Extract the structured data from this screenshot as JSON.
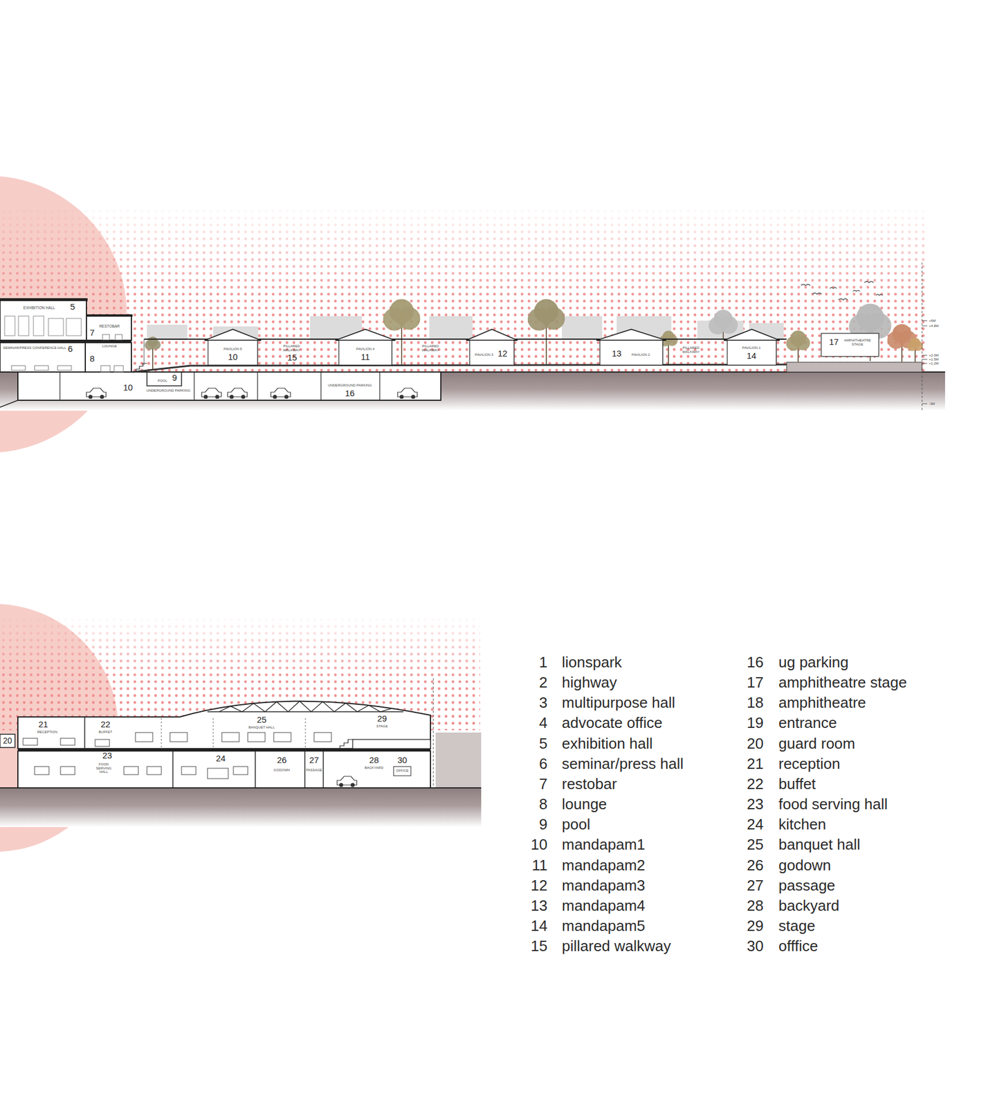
{
  "diagram": {
    "labels": [
      "EXHIBITION HALL",
      "5",
      "RESTOBAR",
      "7",
      "SEMINAR/PRESS CONFERENCE HALL",
      "6",
      "LOUNGE",
      "8",
      "POOL",
      "9",
      "10",
      "UNDERGROUND PARKING",
      "PAVILION 5",
      "10",
      "PILLARED WALKWAY",
      "15",
      "PAVILION 4",
      "11",
      "PILLARED WALKWAY",
      "PAVILION 3",
      "12",
      "13",
      "PAVILION 2",
      "PILLARED WALKWAY",
      "PAVILION 1",
      "14",
      "17",
      "AMPHITHEATRE STAGE",
      "UNDERGROUND PARKING",
      "16",
      "+6M",
      "+4.8M",
      "+2.0M",
      "+1.5M",
      "+1.2M",
      "-3M",
      "20",
      "21",
      "RECEPTION",
      "22",
      "BUFFET",
      "25",
      "BANQUET HALL",
      "29",
      "STAGE",
      "23",
      "FOOD SERVING HALL",
      "24",
      "26",
      "GODOWN",
      "27",
      "PASSAGE",
      "28",
      "BACKYARD",
      "30",
      "OFFICE",
      "1",
      "lionspark",
      "2",
      "highway",
      "3",
      "multipurpose hall",
      "4",
      "advocate office",
      "5",
      "exhibition hall",
      "6",
      "seminar/press hall",
      "7",
      "restobar",
      "8",
      "lounge",
      "9",
      "pool",
      "10",
      "mandapam1",
      "11",
      "mandapam2",
      "12",
      "mandapam3",
      "13",
      "mandapam4",
      "14",
      "mandapam5",
      "15",
      "pillared walkway",
      "16",
      "ug parking",
      "17",
      "amphitheatre stage",
      "18",
      "amphitheatre",
      "19",
      "entrance",
      "20",
      "guard room",
      "21",
      "reception",
      "22",
      "buffet",
      "23",
      "food serving hall",
      "24",
      "kitchen",
      "25",
      "banquet hall",
      "26",
      "godown",
      "27",
      "passage",
      "28",
      "backyard",
      "29",
      "stage",
      "30",
      "offfice"
    ]
  }
}
